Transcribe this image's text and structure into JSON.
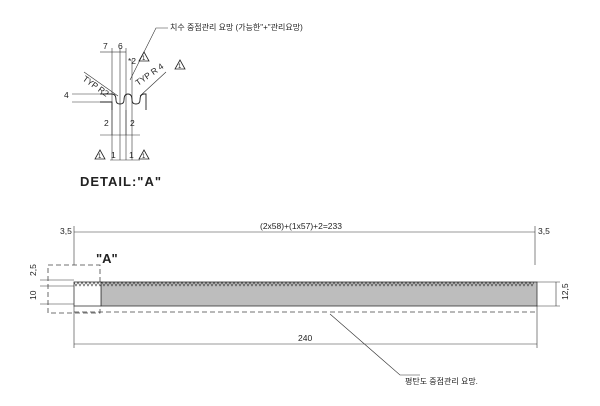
{
  "detail": {
    "title": "DETAIL:\"A\"",
    "note": "치수 중점관리 요망 (가능한\"+\"관리요망)",
    "dims": {
      "d7": "7",
      "d6": "6",
      "d2star": "*2",
      "typ_r2": "TYP R2",
      "typ_r4": "TYP R 4",
      "d4": "4",
      "d2_left": "2",
      "d2_right": "2",
      "d1_left": "1",
      "d1_right": "1"
    },
    "marker_symbol": "1"
  },
  "main": {
    "label_a": "\"A\"",
    "dim_top": "(2x58)+(1x57)+2=233",
    "dim_left": "3,5",
    "dim_right": "3,5",
    "dim_25": "2,5",
    "dim_10": "10",
    "dim_125": "12,5",
    "dim_total": "240",
    "flatness_note": "평탄도 중점관리 요망."
  }
}
